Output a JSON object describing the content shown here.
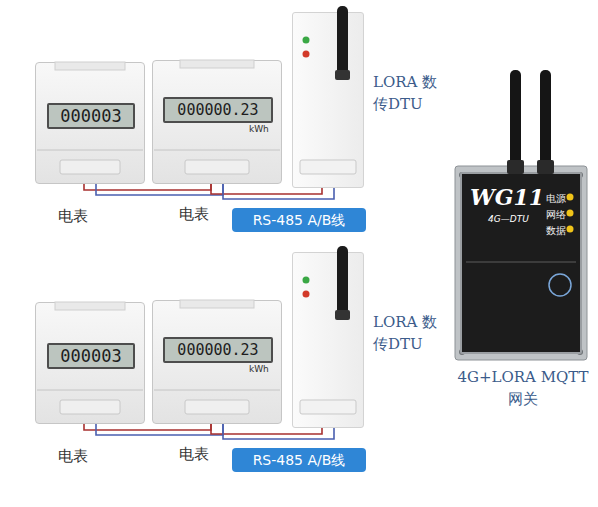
{
  "diagram": {
    "nodes": [
      {
        "text": [
          "000003",
          "电表"
        ]
      },
      {
        "text": [
          "000000.23",
          "kWh",
          "电表"
        ]
      },
      {
        "text": [
          "LORA 数传DTU"
        ]
      },
      {
        "text": [
          "000003",
          "电表"
        ]
      },
      {
        "text": [
          "000000.23",
          "kWh",
          "电表"
        ]
      },
      {
        "text": [
          "LORA 数传DTU"
        ]
      },
      {
        "text": [
          "WG11",
          "4G—DTU",
          "电源",
          "网络",
          "数据",
          "4G+LORA MQTT网关"
        ]
      }
    ],
    "edges": [
      {
        "from": 0,
        "to": 1,
        "arrow": "none"
      },
      {
        "from": 1,
        "to": 2,
        "arrow": "none",
        "label": "RS-485 A/B线"
      },
      {
        "from": 3,
        "to": 4,
        "arrow": "none"
      },
      {
        "from": 4,
        "to": 5,
        "arrow": "none",
        "label": "RS-485 A/B线"
      }
    ]
  }
}
